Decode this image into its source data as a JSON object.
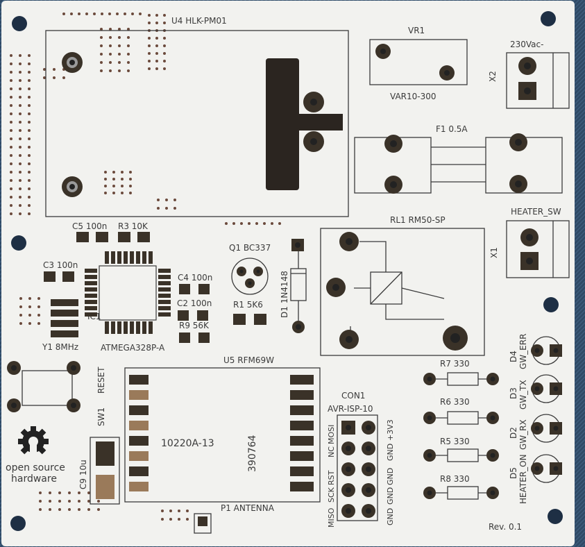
{
  "colors": {
    "board": "#f2f2ef",
    "background": "#2f4a66",
    "silkscreen": "#3a3a3a",
    "pad": "#3a3228",
    "solder": "#9a7a5a",
    "via": "#6b4a3c"
  },
  "labels": {
    "u4": "U4  HLK-PM01",
    "vr1": "VR1",
    "var10": "VAR10-300",
    "vac": "230Vac-",
    "x2": "X2",
    "f1": "F1  0.5A",
    "heater_sw": "HEATER_SW",
    "x1": "X1",
    "rl1": "RL1  RM50-SP",
    "c5": "C5  100n",
    "r3": "R3  10K",
    "c3": "C3  100n",
    "q1": "Q1  BC337",
    "c4": "C4  100n",
    "c2": "C2  100n",
    "r1": "R1  5K6",
    "r9": "R9  56K",
    "d1": "D1  1N4148",
    "ic1": "IC1",
    "atmega": "ATMEGA328P-A",
    "y1": "Y1  8MHz",
    "u5": "U5  RFM69W",
    "sw1": "SW1",
    "reset": "RESET",
    "c9": "C9  10u",
    "chip_a": "10220A-13",
    "chip_b": "390764",
    "p1": "P1  ANTENNA",
    "con1": "CON1",
    "avr": "AVR-ISP-10",
    "mosi": "MOSI",
    "nc": "NC",
    "rst": "RST",
    "sck": "SCK",
    "miso": "MISO",
    "plus3v3": "+3V3",
    "gnd1": "GND",
    "gnd2": "GND",
    "gnd3": "GND",
    "gnd4": "GND",
    "r7": "R7  330",
    "r6": "R6  330",
    "r5": "R5  330",
    "r8": "R8  330",
    "d4": "D4",
    "gw_err": "GW_ERR",
    "d3": "D3",
    "gw_tx": "GW_TX",
    "d2": "D2",
    "gw_rx": "GW_RX",
    "d5": "D5",
    "heater_on": "HEATER_ON",
    "osh1": "open source",
    "osh2": "hardware",
    "rev": "Rev. 0.1"
  },
  "icons": {
    "logo": "open-source-hardware-gear-icon"
  }
}
